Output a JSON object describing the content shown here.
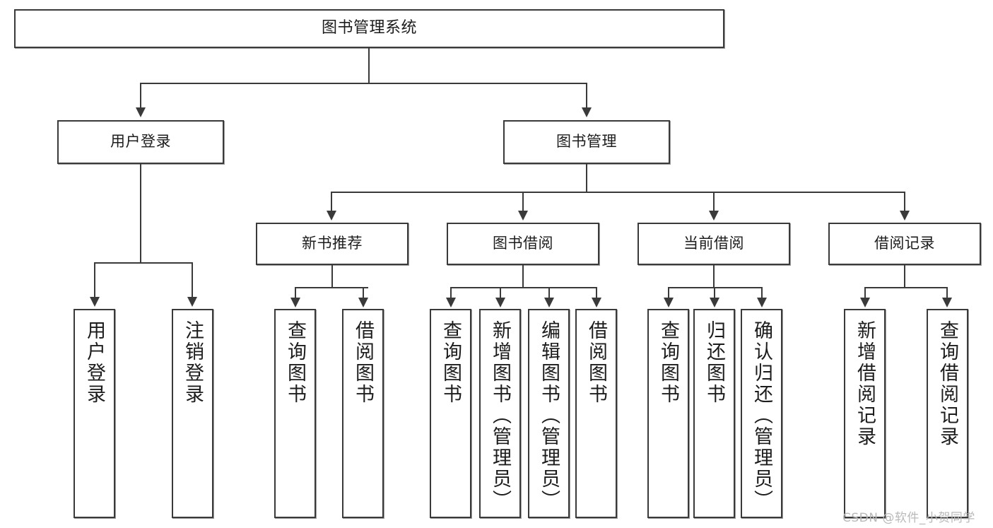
{
  "diagram": {
    "title": "图书管理系统",
    "type": "hierarchy-tree",
    "root": {
      "id": "root",
      "label": "图书管理系统"
    },
    "level2": [
      {
        "id": "user-login",
        "label": "用户登录"
      },
      {
        "id": "book-manage",
        "label": "图书管理"
      }
    ],
    "level3": [
      {
        "id": "new-book-rec",
        "label": "新书推荐",
        "parent": "book-manage"
      },
      {
        "id": "book-borrow",
        "label": "图书借阅",
        "parent": "book-manage"
      },
      {
        "id": "current-borrow",
        "label": "当前借阅",
        "parent": "book-manage"
      },
      {
        "id": "borrow-record",
        "label": "借阅记录",
        "parent": "book-manage"
      }
    ],
    "leaves": [
      {
        "id": "leaf-user-login",
        "label": "用户登录",
        "parent": "user-login"
      },
      {
        "id": "leaf-user-logout",
        "label": "注销登录",
        "parent": "user-login"
      },
      {
        "id": "leaf-query-book-1",
        "label": "查询图书",
        "parent": "new-book-rec"
      },
      {
        "id": "leaf-borrow-book-1",
        "label": "借阅图书",
        "parent": "new-book-rec"
      },
      {
        "id": "leaf-query-book-2",
        "label": "查询图书",
        "parent": "book-borrow"
      },
      {
        "id": "leaf-add-book",
        "label": "新增图书（管理员）",
        "parent": "book-borrow"
      },
      {
        "id": "leaf-edit-book",
        "label": "编辑图书（管理员）",
        "parent": "book-borrow"
      },
      {
        "id": "leaf-borrow-book-2",
        "label": "借阅图书",
        "parent": "book-borrow"
      },
      {
        "id": "leaf-query-book-3",
        "label": "查询图书",
        "parent": "current-borrow"
      },
      {
        "id": "leaf-return-book",
        "label": "归还图书",
        "parent": "current-borrow"
      },
      {
        "id": "leaf-confirm-return",
        "label": "确认归还（管理员）",
        "parent": "current-borrow"
      },
      {
        "id": "leaf-add-record",
        "label": "新增借阅记录",
        "parent": "borrow-record"
      },
      {
        "id": "leaf-query-record",
        "label": "查询借阅记录",
        "parent": "borrow-record"
      }
    ]
  },
  "watermark": {
    "text": "CSDN @软件_小贺同学"
  },
  "colors": {
    "stroke": "#3a3a3a",
    "fill": "#ffffff",
    "text": "#1c1c1c",
    "watermark": "#b9b9b9"
  }
}
